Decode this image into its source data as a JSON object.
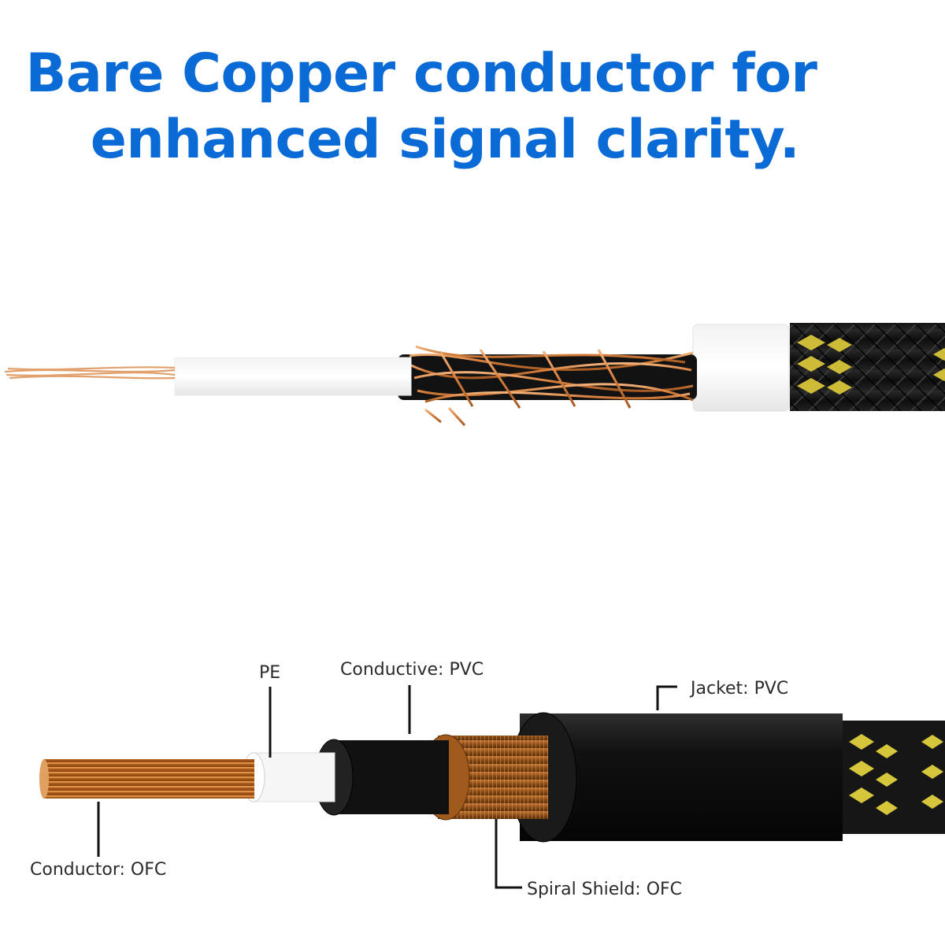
{
  "headline": {
    "line1": "Bare Copper conductor for",
    "line2": "enhanced signal clarity."
  },
  "colors": {
    "headline": "#0a6bd6",
    "copper": "#d98a45",
    "jacket": "#141414",
    "braid_yellow": "#d8c53a",
    "insulation": "#f4f4f4"
  },
  "callouts": {
    "pe": "PE",
    "conductive": "Conductive: PVC",
    "jacket": "Jacket: PVC",
    "conductor": "Conductor: OFC",
    "spiral_shield": "Spiral Shield: OFC"
  }
}
